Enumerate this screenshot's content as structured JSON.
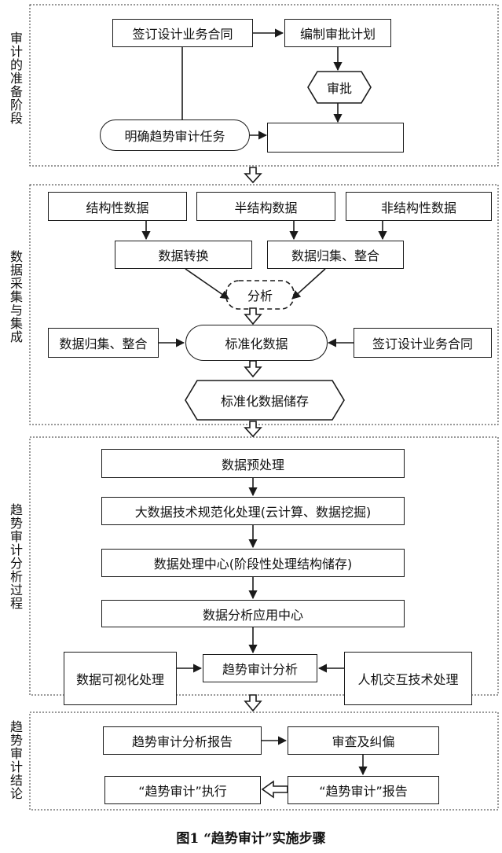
{
  "sections": {
    "prep": "审计的准备阶段",
    "collect": "数据采集与集成",
    "analysis": "趋势审计分析过程",
    "conclusion": "趋势审计结论"
  },
  "nodes": {
    "sign_contract": "签订设计业务合同",
    "compile_plan": "编制审批计划",
    "approve": "审批",
    "clarify_task": "明确趋势审计任务",
    "prep_blank": "",
    "structured": "结构性数据",
    "semi_structured": "半结构数据",
    "unstructured": "非结构性数据",
    "convert": "数据转换",
    "gather_integrate_top": "数据归集、整合",
    "analyze": "分析",
    "gather_integrate_left": "数据归集、整合",
    "standardized": "标准化数据",
    "sign_contract_right": "签订设计业务合同",
    "std_storage": "标准化数据储存",
    "preprocess": "数据预处理",
    "bigdata_norm": "大数据技术规范化处理(云计算、数据挖掘)",
    "proc_center": "数据处理中心(阶段性处理结构储存)",
    "app_center": "数据分析应用中心",
    "trend_analysis": "趋势审计分析",
    "visualization": "数据可视化处理",
    "hci": "人机交互技术处理",
    "analysis_report": "趋势审计分析报告",
    "review_correct": "审查及纠偏",
    "trend_exec": "“趋势审计”执行",
    "trend_report": "“趋势审计”报告"
  },
  "caption": "图1 “趋势审计”实施步骤"
}
